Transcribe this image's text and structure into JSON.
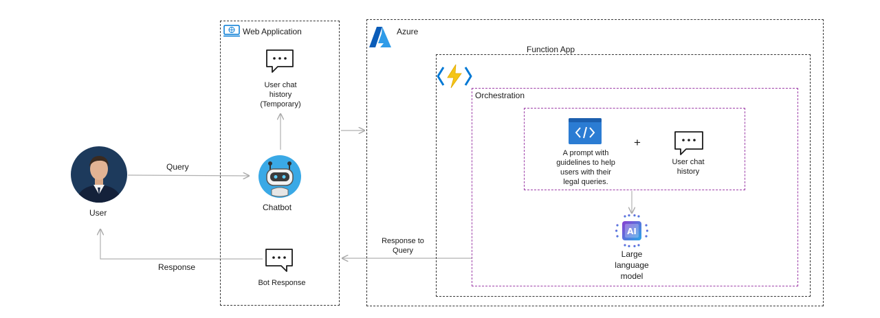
{
  "web_application": {
    "title": "Web Application",
    "chat_history": "User chat history (Temporary)",
    "chatbot": "Chatbot",
    "bot_response": "Bot Response"
  },
  "user": {
    "label": "User"
  },
  "edges": {
    "query": "Query",
    "response": "Response",
    "response_to_query": "Response to Query"
  },
  "azure": {
    "title": "Azure",
    "function_app": "Function App",
    "orchestration": "Orchestration",
    "prompt_text": "A prompt with guidelines to help users with their legal queries.",
    "plus": "+",
    "user_chat_history": "User chat history",
    "llm": "Large language model"
  },
  "colors": {
    "azure_blue": "#0078d4",
    "purple_dash": "#9b3aa6",
    "function_yellow": "#f5c518",
    "bot_circle": "#3aa9e6"
  }
}
